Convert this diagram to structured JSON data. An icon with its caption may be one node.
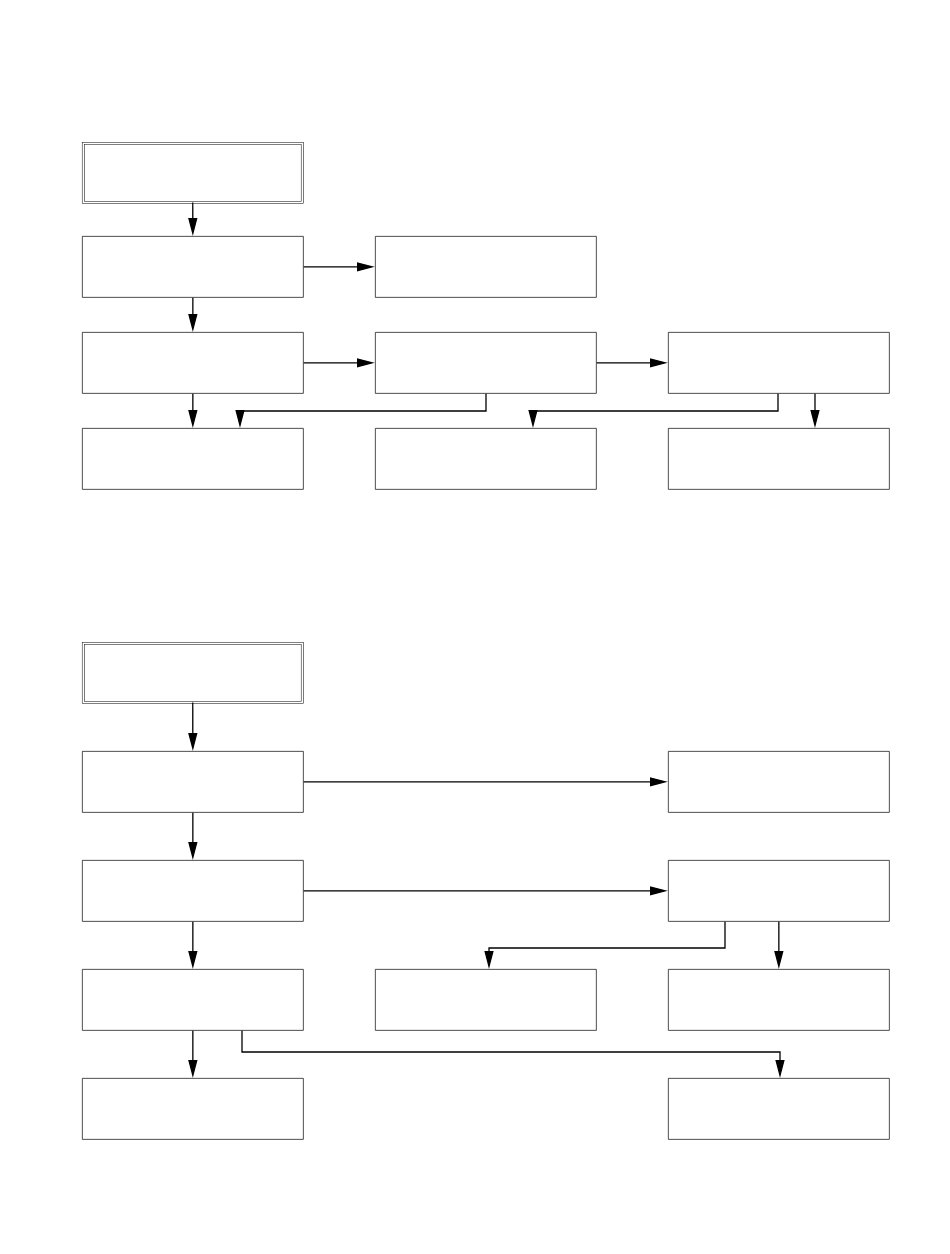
{
  "diagram": {
    "nodes": [
      {
        "text": [],
        "shape": "box"
      },
      {
        "text": [],
        "shape": "box"
      },
      {
        "text": [],
        "shape": "box"
      },
      {
        "text": [],
        "shape": "box"
      },
      {
        "text": [],
        "shape": "box"
      },
      {
        "text": [],
        "shape": "box"
      },
      {
        "text": [],
        "shape": "box"
      },
      {
        "text": [],
        "shape": "box"
      },
      {
        "text": [],
        "shape": "box"
      },
      {
        "text": [],
        "shape": "box"
      },
      {
        "text": [],
        "shape": "box"
      },
      {
        "text": [],
        "shape": "box"
      },
      {
        "text": [],
        "shape": "box"
      },
      {
        "text": [],
        "shape": "box"
      },
      {
        "text": [],
        "shape": "box"
      },
      {
        "text": [],
        "shape": "box"
      },
      {
        "text": [],
        "shape": "box"
      },
      {
        "text": [],
        "shape": "box"
      },
      {
        "text": [],
        "shape": "box"
      }
    ],
    "edges": [
      {
        "from": 0,
        "to": 1,
        "arrow": "to"
      },
      {
        "from": 1,
        "to": 2,
        "arrow": "to"
      },
      {
        "from": 1,
        "to": 3,
        "arrow": "to"
      },
      {
        "from": 3,
        "to": 4,
        "arrow": "to"
      },
      {
        "from": 4,
        "to": 5,
        "arrow": "to"
      },
      {
        "from": 3,
        "to": 6,
        "arrow": "to"
      },
      {
        "from": 4,
        "to": 6,
        "arrow": "to"
      },
      {
        "from": 5,
        "to": 7,
        "arrow": "to"
      },
      {
        "from": 5,
        "to": 8,
        "arrow": "to"
      },
      {
        "from": 9,
        "to": 10,
        "arrow": "to"
      },
      {
        "from": 10,
        "to": 11,
        "arrow": "to"
      },
      {
        "from": 10,
        "to": 12,
        "arrow": "to"
      },
      {
        "from": 12,
        "to": 13,
        "arrow": "to"
      },
      {
        "from": 12,
        "to": 14,
        "arrow": "to"
      },
      {
        "from": 13,
        "to": 15,
        "arrow": "to"
      },
      {
        "from": 13,
        "to": 16,
        "arrow": "to"
      },
      {
        "from": 14,
        "to": 17,
        "arrow": "to"
      },
      {
        "from": 14,
        "to": 18,
        "arrow": "to"
      }
    ]
  }
}
